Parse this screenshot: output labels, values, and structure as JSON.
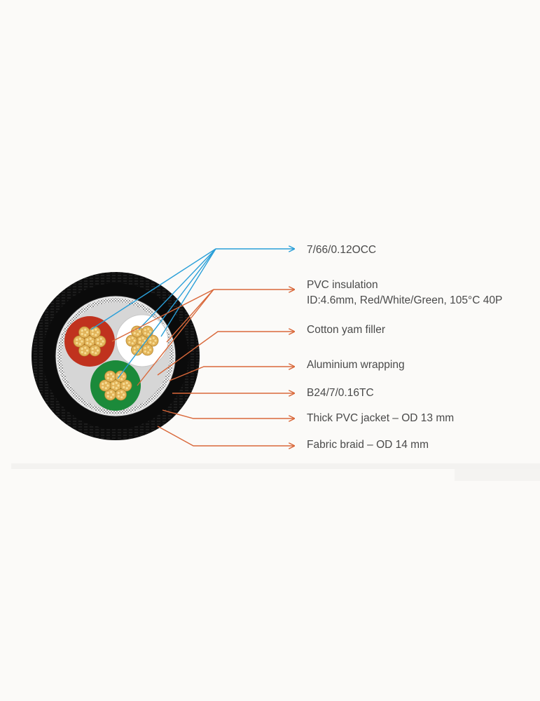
{
  "labels": {
    "conductor": "7/66/0.12OCC",
    "insulation_line1": "PVC insulation",
    "insulation_line2": "ID:4.6mm, Red/White/Green, 105°C 40P",
    "filler": "Cotton yam filler",
    "wrapping": "Aluminium wrapping",
    "drain": "B24/7/0.16TC",
    "jacket": "Thick PVC jacket – OD 13 mm",
    "braid": "Fabric braid – OD 14 mm"
  },
  "colors": {
    "blue_leader": "#2a9fd8",
    "orange_leader": "#d9683a",
    "red_core": "#c0321e",
    "white_core": "#ffffff",
    "green_core": "#1b8a3a",
    "copper": "#e2b45a",
    "filler": "#d6d6d6",
    "jacket": "#111111"
  }
}
